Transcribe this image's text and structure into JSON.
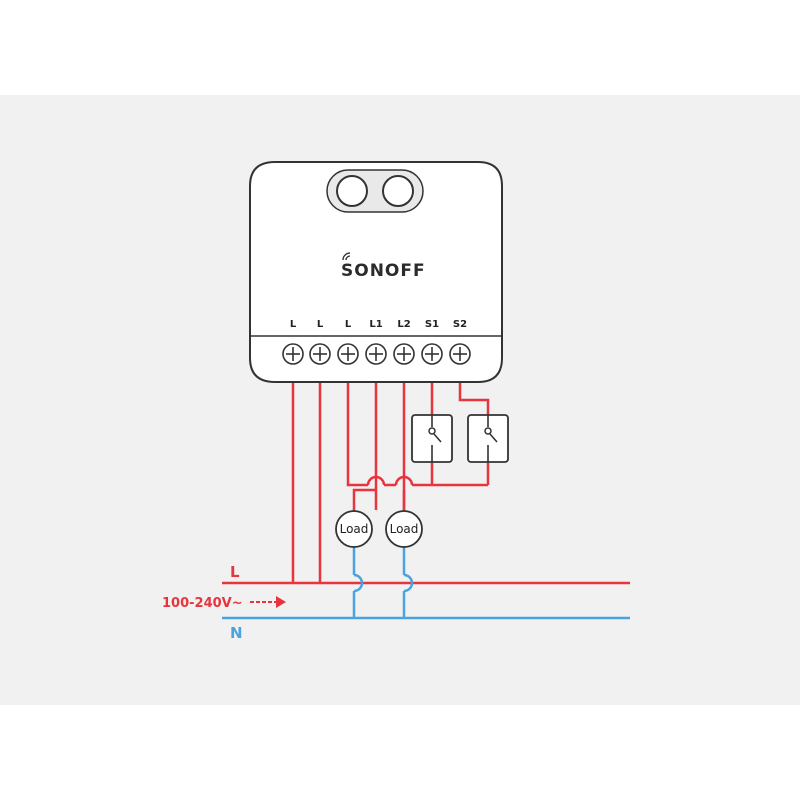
{
  "device": {
    "brand": "SONOFF",
    "terminals": [
      "L",
      "L",
      "L",
      "L1",
      "L2",
      "S1",
      "S2"
    ]
  },
  "loads": [
    "Load",
    "Load"
  ],
  "lines": {
    "live_label": "L",
    "neutral_label": "N",
    "voltage_label": "100-240V~"
  },
  "colors": {
    "live": "#e8343c",
    "neutral": "#4aa3e0",
    "device_outline": "#333333",
    "panel": "#f1f1f1"
  },
  "icons": {
    "wifi": "wifi-icon",
    "switch": "wall-switch-icon",
    "screw": "screw-terminal-icon"
  }
}
